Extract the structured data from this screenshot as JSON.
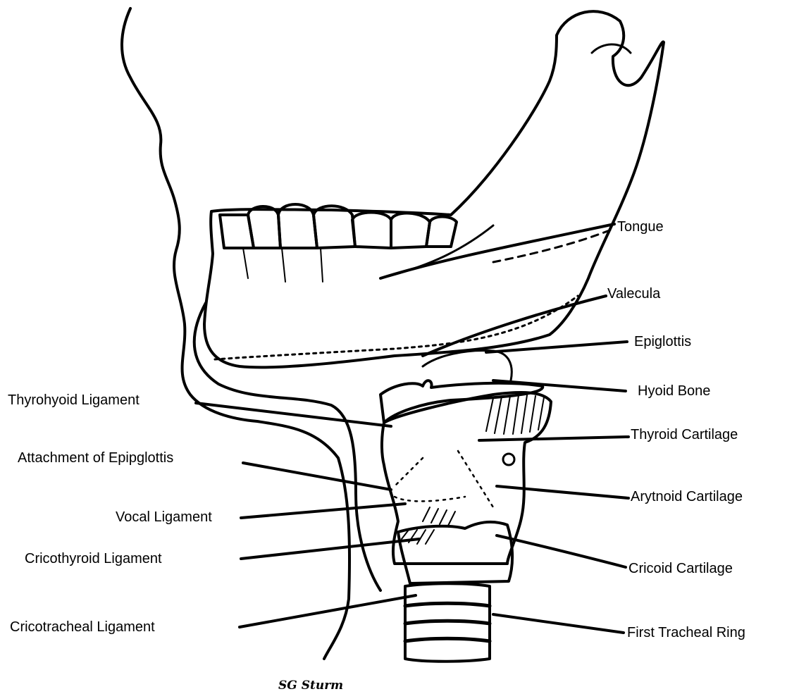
{
  "diagram": {
    "labels": {
      "tongue": "Tongue",
      "valecula": "Valecula",
      "epiglottis": "Epiglottis",
      "hyoid_bone": "Hyoid Bone",
      "thyroid_cartilage": "Thyroid Cartilage",
      "arytnoid_cartilage": "Arytnoid Cartilage",
      "cricoid_cartilage": "Cricoid Cartilage",
      "first_tracheal_ring": "First Tracheal Ring",
      "thyrohyoid_ligament": "Thyrohyoid Ligament",
      "attachment_of_epiglottis": "Attachment of Epipglottis",
      "vocal_ligament": "Vocal Ligament",
      "cricothyroid_ligament": "Cricothyroid Ligament",
      "cricotracheal_ligament": "Cricotracheal Ligament"
    },
    "signature": "SG Sturm"
  },
  "colors": {
    "ink": "#000000",
    "paper": "#ffffff"
  }
}
